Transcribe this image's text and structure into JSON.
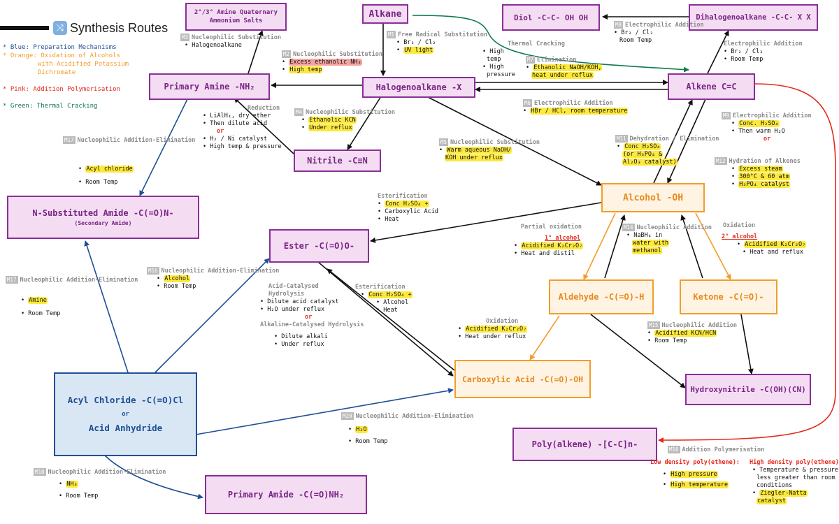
{
  "header": {
    "title": "Synthesis Routes",
    "icon": "shuffle-icon"
  },
  "legend": [
    {
      "color": "#1f4f95",
      "text": "Blue: Preparation Mechanisms"
    },
    {
      "color": "#f39c2b",
      "text": "Orange: Oxidation of Alcohols"
    },
    {
      "color": "#f39c2b",
      "text": "with Acidified Potassium"
    },
    {
      "color": "#f39c2b",
      "text": "Dichromate"
    },
    {
      "color": "#e5291c",
      "text": "Pink: Addition Polymerisation"
    },
    {
      "color": "#0f7a4a",
      "text": "Green: Thermal Cracking"
    }
  ],
  "colors": {
    "purple": "#8a2f97",
    "orange": "#f39c2b",
    "blue": "#1f4f95",
    "green": "#0f7a4a",
    "red": "#e5291c",
    "highlight": "#fde93d"
  },
  "nodes": {
    "alkane": "Alkane",
    "diol": "Diol -C-C- OH OH",
    "dihalogenoalkane": "Dihalogenoalkane -C-C- X X",
    "secondary_amines": "2°/3° Amine Quaternary Ammonium Salts",
    "primary_amine": "Primary Amine -NH₂",
    "halogenoalkane": "Halogenoalkane -X",
    "alkene": "Alkene C=C",
    "nitrile": "Nitrile -C≡N",
    "n_sub_amide": "N-Substituted Amide -C(=O)N-",
    "n_sub_amide_sub": "(Secondary Amide)",
    "ester": "Ester -C(=O)O-",
    "alcohol": "Alcohol -OH",
    "aldehyde": "Aldehyde -C(=O)-H",
    "ketone": "Ketone -C(=O)-",
    "carboxylic_acid": "Carboxylic Acid -C(=O)-OH",
    "hydroxynitrile": "Hydroxynitrile -C(OH)(CN)",
    "poly_alkene": "Poly(alkene) -[C-C]n-",
    "acyl_chloride": "Acyl Chloride -C(=O)Cl",
    "or": "or",
    "acid_anhydride": "Acid Anhydride",
    "primary_amide": "Primary Amide -C(=O)NH₂"
  },
  "labels": {
    "m1": {
      "tag": "M1",
      "title": "Free Radical Substitution",
      "lines": [
        "Br₂ / Cl₂",
        "UV light"
      ]
    },
    "m2": {
      "tag": "M2",
      "title": "Nucleophilic Substitution",
      "lines": [
        "Excess ethanolic NH₃",
        "High temp"
      ]
    },
    "m3": {
      "tag": "M3",
      "title": "Nucleophilic Substitution",
      "lines": [
        "Halogenoalkane"
      ]
    },
    "m4": {
      "tag": "M4",
      "title": "Nucleophilic Substitution",
      "lines": [
        "Ethanolic KCN",
        "Under reflux"
      ]
    },
    "m5": {
      "tag": "M5",
      "title": "Nucleophilic Substitution",
      "lines": [
        "Warm aqueous NaOH/",
        "KOH under reflux"
      ]
    },
    "m6": {
      "tag": "M6",
      "title": "Electrophilic Addition",
      "lines": [
        "HBr / HCl, room temperature"
      ]
    },
    "m7": {
      "tag": "M7",
      "title": "Elimination",
      "lines": [
        "Ethanolic NaOH/KOH,",
        "heat under reflux"
      ]
    },
    "m8": {
      "tag": "M8",
      "title": "Electrophilic Addition",
      "lines": [
        "Br₂ / Cl₂",
        "Room Temp"
      ]
    },
    "m9": {
      "tag": "M9",
      "title": "Electrophilic Addition",
      "lines": [
        "Conc. H₂SO₄",
        "Then warm H₂O",
        "or"
      ]
    },
    "m12": {
      "tag": "M12",
      "title": "Hydration of Alkenes",
      "lines": [
        "Excess steam",
        "300°C & 60 atm",
        "H₃PO₄ catalyst"
      ]
    },
    "m11": {
      "tag": "M11",
      "title": "Dehydration / Elimination",
      "lines": [
        "Conc H₂SO₄",
        "(or H₃PO₄ &",
        "Al₂O₃ catalyst)"
      ]
    },
    "m14": {
      "tag": "M14",
      "title": "Nucleophilic Addition",
      "lines": [
        "NaBH₄ in",
        "water with",
        "methanol"
      ]
    },
    "m15": {
      "tag": "M15",
      "title": "Nucleophilic Addition",
      "lines": [
        "Acidified KCN/HCN",
        "Room Temp"
      ]
    },
    "m16": {
      "tag": "M16",
      "title": "Nucleophilic Addition-Elimination",
      "lines": [
        "Alcohol",
        "Room Temp"
      ]
    },
    "m17a": {
      "tag": "M17",
      "title": "Nucleophilic Addition-Elimination",
      "lines": [
        "Acyl chloride",
        "Room Temp"
      ]
    },
    "m17b": {
      "tag": "M17",
      "title": "Nucleophilic Addition-Elimination",
      "lines": [
        "Amine",
        "Room Temp"
      ]
    },
    "m18": {
      "tag": "M18",
      "title": "Nucleophilic Addition-Elimination",
      "lines": [
        "NH₃",
        "Room Temp"
      ]
    },
    "m20": {
      "tag": "M20",
      "title": "Nucleophilic Addition-Elimination",
      "lines": [
        "H₂O",
        "Room Temp"
      ]
    },
    "m10": {
      "tag": "M10",
      "title": "Addition Polymerisation"
    },
    "reduction": {
      "title": "Reduction",
      "lines": [
        "LiAlH₄, dry ether",
        "Then dilute acid",
        "or",
        "H₂ / Ni catalyst",
        "High temp & pressure"
      ]
    },
    "thermal": {
      "title": "Thermal Cracking",
      "lines": [
        "High",
        "temp",
        "High",
        "pressure"
      ]
    },
    "hydrolysis_acid": {
      "title": "Acid-Catalysed Hydrolysis",
      "lines": [
        "Dilute acid catalyst",
        "H₂O under reflux"
      ]
    },
    "hydrolysis_or": "or",
    "hydrolysis_alkali": {
      "title": "Alkaline-Catalysed Hydrolysis",
      "lines": [
        "Dilute alkali",
        "Under reflux"
      ]
    },
    "esterification1": {
      "title": "Esterification",
      "lines": [
        "Conc H₂SO₄ +",
        "Carboxylic Acid",
        "Heat"
      ]
    },
    "esterification2": {
      "title": "Esterification",
      "lines": [
        "Conc H₂SO₄ +",
        "Alcohol",
        "Heat"
      ]
    },
    "partial_ox": {
      "title": "Partial oxidation",
      "sub": "1° alcohol",
      "lines": [
        "Acidified K₂Cr₂O₇",
        "Heat and distil"
      ]
    },
    "oxidation_ket": {
      "title": "Oxidation",
      "sub": "2° alcohol",
      "lines": [
        "Acidified K₂Cr₂O₇",
        "Heat and reflux"
      ]
    },
    "oxidation_acid": {
      "title": "Oxidation",
      "lines": [
        "Acidified K₂Cr₂O₇",
        "Heat under reflux"
      ]
    },
    "ldpe": {
      "title": "Low density poly(ethene):",
      "lines": [
        "High pressure",
        "High temperature"
      ]
    },
    "hdpe": {
      "title": "High density poly(ethene):",
      "lines": [
        "Temperature & pressure",
        "less greater than room",
        "conditions",
        "Ziegler-Natta",
        "catalyst"
      ]
    }
  }
}
